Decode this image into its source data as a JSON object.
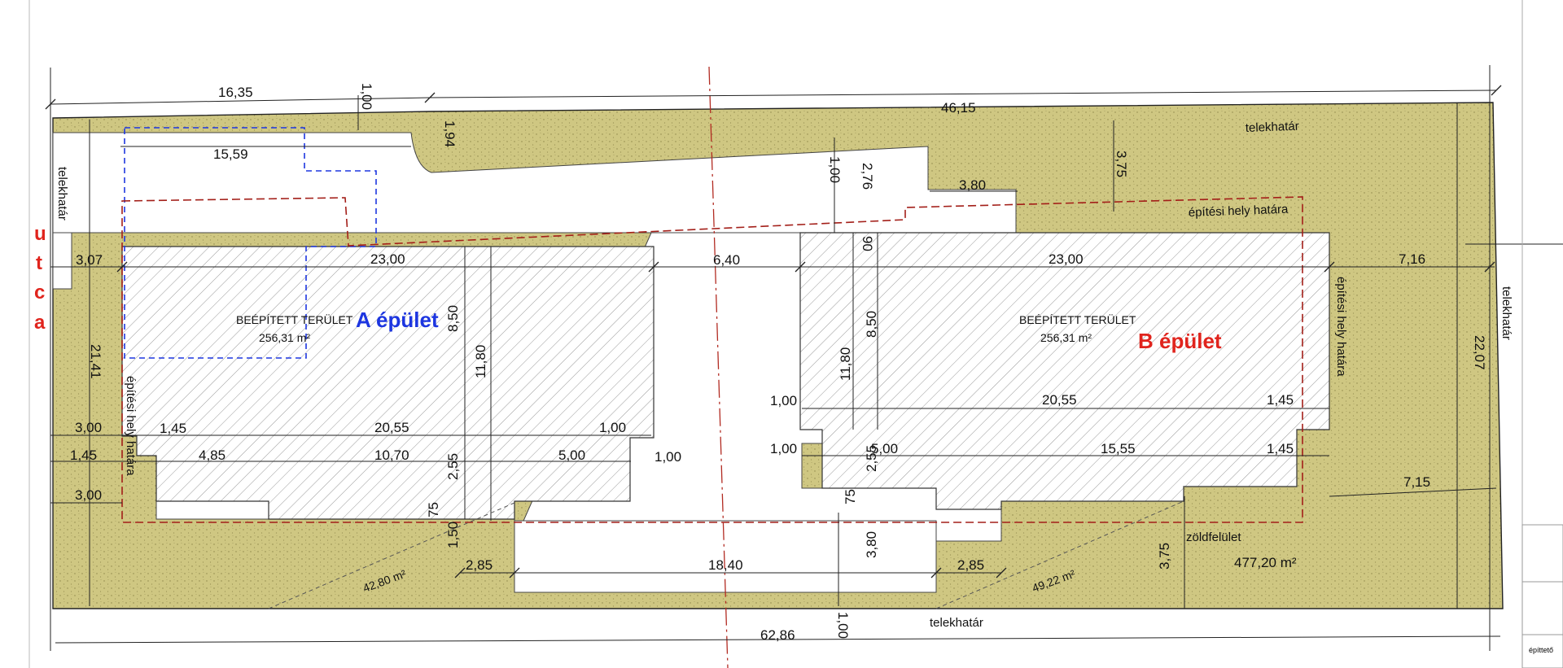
{
  "street_label": [
    "u",
    "t",
    "c",
    "a"
  ],
  "buildings": {
    "a": {
      "name": "A épület",
      "area_title": "BEÉPÍTETT TERÜLET",
      "area_value": "256,31 m²",
      "color": "#1d36e0"
    },
    "b": {
      "name": "B épület",
      "area_title": "BEÉPÍTETT TERÜLET",
      "area_value": "256,31 m²",
      "color": "#e0241d"
    }
  },
  "labels": {
    "telekhatar_top": "telekhatár",
    "telekhatar_left": "telekhatár",
    "telekhatar_right": "telekhatár",
    "telekhatar_bottom": "telekhatár",
    "epitesi_top": "építési hely határa",
    "epitesi_left": "építési hely határa",
    "epitesi_right": "építési hely határa",
    "zoldfelulet": "zöldfelület",
    "green_total": "477,20 m²",
    "green_left": "42,80 m²",
    "green_mid": "49,22 m²",
    "corner": "építtető"
  },
  "dims": {
    "top_16_35": "16,35",
    "top_1_00a": "1,00",
    "top_1_94": "1,94",
    "top_46_15": "46,15",
    "d15_59": "15,59",
    "d1_00b": "1,00",
    "d2_76": "2,76",
    "d3_80top": "3,80",
    "d3_75top": "3,75",
    "d3_07": "3,07",
    "d23_00a": "23,00",
    "d6_40": "6,40",
    "d90": "90",
    "d23_00b": "23,00",
    "d7_16": "7,16",
    "d21_41": "21,41",
    "d8_50a": "8,50",
    "d11_80a": "11,80",
    "d8_50b": "8,50",
    "d11_80b": "11,80",
    "d22_07": "22,07",
    "d3_00a": "3,00",
    "d1_45a": "1,45",
    "d20_55a": "20,55",
    "d1_00c": "1,00",
    "d1_00d": "1,00",
    "d20_55b": "20,55",
    "d1_45b": "1,45",
    "d1_45c": "1,45",
    "d4_85": "4,85",
    "d10_70": "10,70",
    "d2_55a": "2,55",
    "d5_00a": "5,00",
    "d1_00e": "1,00",
    "d1_00f": "1,00",
    "d2_55b": "2,55",
    "d5_00b": "5,00",
    "d15_55": "15,55",
    "d1_45d": "1,45",
    "d7_15": "7,15",
    "d3_00b": "3,00",
    "d75a": "75",
    "d1_50": "1,50",
    "d75b": "75",
    "d3_80mid": "3,80",
    "d2_85a": "2,85",
    "d18_40": "18,40",
    "d2_85b": "2,85",
    "d3_75bot": "3,75",
    "d62_86": "62,86",
    "d1_00bot": "1,00"
  }
}
